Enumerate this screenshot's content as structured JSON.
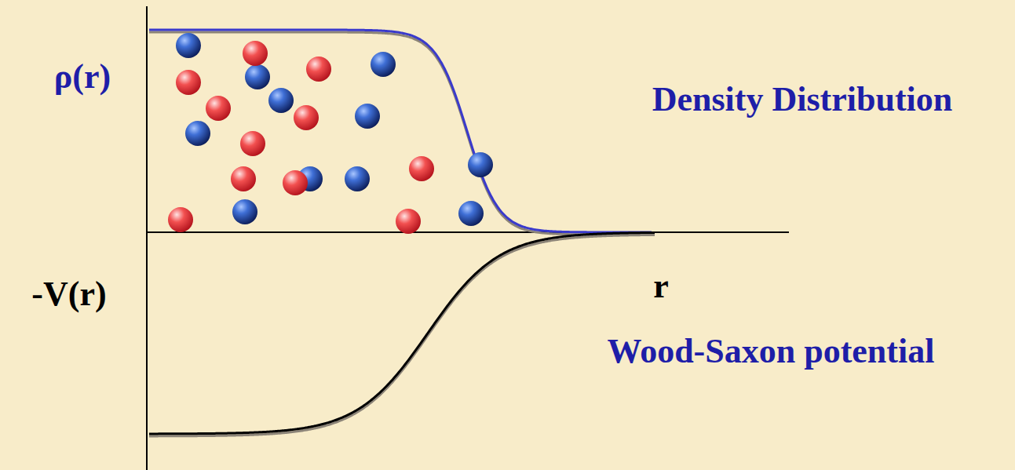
{
  "diagram": {
    "labels": [
      "ρ(r)",
      "Density Distribution",
      "r",
      "-V(r)",
      "Wood-Saxon potential"
    ]
  }
}
